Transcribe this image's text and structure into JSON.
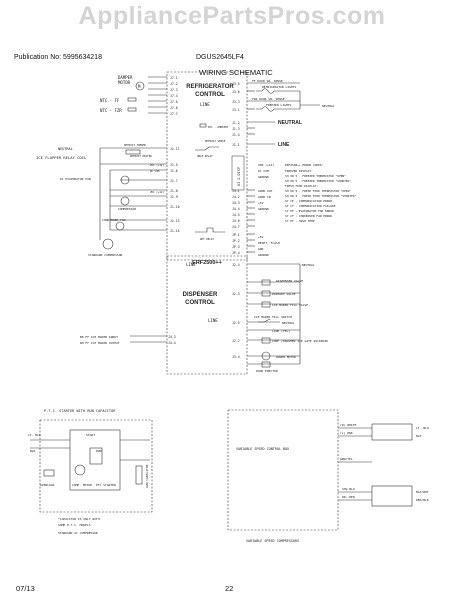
{
  "watermark": "AppliancePartsPros.com",
  "header": {
    "publication": "Publication No: 5995634218",
    "model": "DGUS2645LF4",
    "title": "WIRING SCHEMATIC"
  },
  "footer": {
    "date": "07/13",
    "page": "22"
  },
  "main_board": {
    "title_1": "REFRIGERATOR",
    "title_2": "CONTROL",
    "model_label": "ERF2500++",
    "line": "LINE",
    "line2": "LINE",
    "neutral": "NEUTRAL",
    "left_labels": [
      "DAMPER",
      "MOTOR",
      "NTC - FF",
      "NTC - FZR",
      "NEUTRAL",
      "ICE FLAPPER RELAY COIL",
      "DC EVAPORATOR FAN",
      "COMPRESSOR",
      "CONDENSER FAN",
      "STANDARD COMPRESSOR"
    ],
    "small_labels": [
      "DEFROST THERMO",
      "DEFROST HEATER",
      "VDC (+12)",
      "DC COM",
      "VDC (+12)",
      "OBLE RELAY",
      "DEFROST SENSE",
      "NTC - AMBIENT",
      "DEF RELAY"
    ],
    "pins_left": [
      "J7-1",
      "J7-2",
      "J7-3",
      "J7-4",
      "J7-5",
      "J7-6",
      "J7-7",
      "J1-11",
      "J1-5",
      "J1-6",
      "J1-7",
      "J1-8",
      "J1-9",
      "J1-10",
      "J1-13",
      "J1-15"
    ],
    "pins_right": [
      "J3-5",
      "J3-6",
      "J3-3",
      "J3-1",
      "J1-2",
      "J1-3",
      "J1-4",
      "J1-1",
      "J4-1",
      "J4-2",
      "J4-3",
      "J4-4",
      "J4-5",
      "J4-6",
      "J4-7",
      "JP-1",
      "JP-2",
      "JP-3",
      "JP-4"
    ],
    "right_labels": [
      "FF DOOR SW. SENSE",
      "REFRIGERATOR LIGHTS",
      "FZR DOOR SW. SENSE",
      "FREEZER LIGHTS",
      "NEUTRAL",
      "VDD (+12)",
      "DC COM",
      "GROUND",
      "ADDR OUT",
      "ADDR IN",
      "+5V",
      "GROUND",
      "+5V",
      "RESET, FLASH",
      "GND",
      "GROUND"
    ],
    "ui_box": "UI & DISP",
    "error_codes_title": "ERF2500++ ERROR CODES:",
    "error_codes": [
      "FREEZER DISPLAY:",
      "SH OR 5 - FREEZER THERMISTOR \"OPEN\"",
      "SH OR 5 - FREEZER THERMISTOR \"SHORTED\"",
      "FRESH FOOD DISPLAY:",
      "SH OR 5 - FRESH FOOD THERMISTOR \"OPEN\"",
      "SH OR 5 - FRESH FOOD THERMISTOR \"SHORTED\"",
      "SY CE - COMMUNICATION ERROR",
      "SY CF - COMMUNICATION FAILURE",
      "SY EF - EVAPORATOR FAN ERROR",
      "SY CF - CONDENSER FAN ERROR",
      "SY EF - HIGH TEMP"
    ]
  },
  "dispenser": {
    "title_1": "DISPENSER",
    "title_2": "CONTROL",
    "line": "LINE",
    "line2": "LINE",
    "pins_left": [
      "J2-4",
      "J2-3",
      "J2-5",
      "J2-2",
      "J3-4",
      "J4-3",
      "J4-4"
    ],
    "labels": [
      "NEUTRAL",
      "DISPENSER VALVE",
      "PRIMARY VALVE",
      "ICE MAKER FILL VALVE",
      "ICE MAKER FILL SWITCH",
      "NEUTRAL",
      "LINE (YEL)",
      "CORF /CRUSHED ICE GATE SOLENOID",
      "AUGER MOTOR",
      "DOOR ERECTOR"
    ],
    "left_labels": [
      "BK FF ICE MAKER INPUT",
      "WH FF ICE MAKER OUTPUT"
    ]
  },
  "ptc": {
    "title": "P.T.C. STARTER WITH RUN CAPACITOR",
    "labels": [
      "START",
      "RUN",
      "COMP. MOTOR",
      "PTC STARTER",
      "OVERLOAD",
      "RUN CAPACITOR",
      "LT. BLU",
      "BLK"
    ],
    "note": [
      "*CAPACITOR IS ONLY WITH",
      "SOME P.T.C. MODELS",
      "STANDARD AC COMPRESSOR"
    ]
  },
  "vsc": {
    "box_label": "VARIABLE SPEED CONTROL BOX",
    "caption": "VARIABLE SPEED COMPRESSORS",
    "right_labels": [
      "(N) WHITE",
      "(L) PNK",
      "LT. BLU",
      "BLK",
      "GRN/YEL",
      "BLK/WHT",
      "RED/BLK"
    ],
    "left_labels": [
      "SHV BLU",
      "DR- RED"
    ]
  }
}
